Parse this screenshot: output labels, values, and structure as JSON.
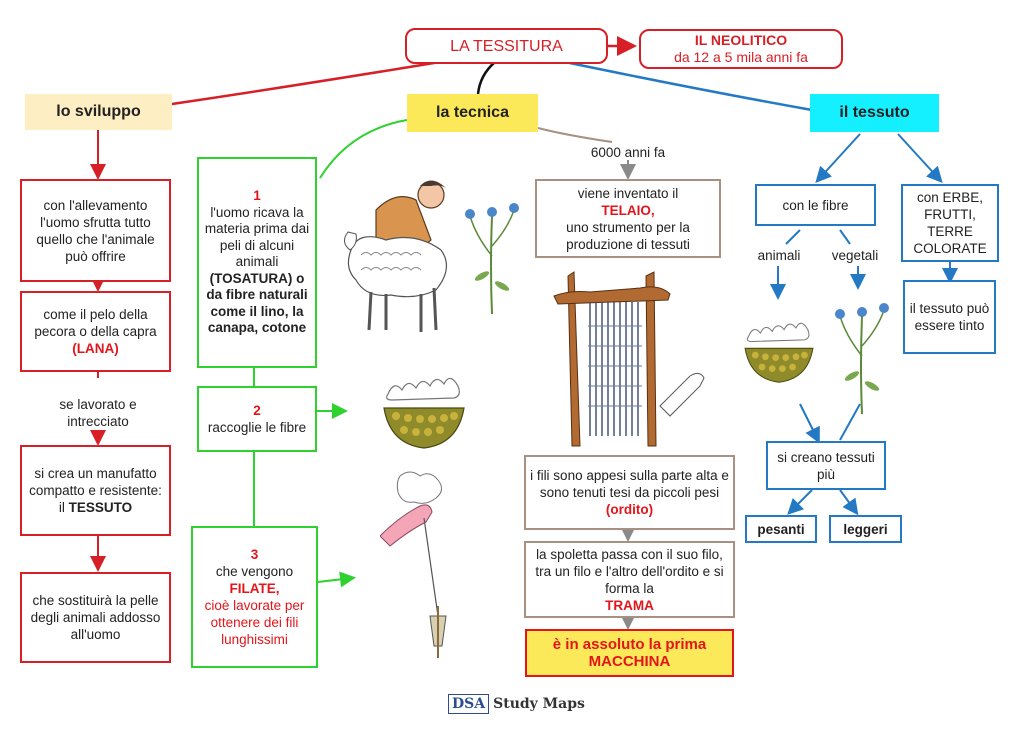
{
  "title": "LA TESSITURA",
  "neolitico": {
    "line1": "IL NEOLITICO",
    "line2": "da 12 a 5 mila anni fa"
  },
  "headers": {
    "sviluppo": "lo sviluppo",
    "tecnica": "la tecnica",
    "tessuto": "il tessuto"
  },
  "sviluppo": {
    "box1": "con l'allevamento l'uomo sfrutta tutto quello che l'animale può offrire",
    "box2_text": "come il pelo della pecora o della capra",
    "box2_red": "(LANA)",
    "between": "se lavorato e intrecciato",
    "box3_text": "si crea un manufatto compatto e resistente: il",
    "box3_bold": "TESSUTO",
    "box4": "che sostituirà la pelle degli animali addosso all'uomo"
  },
  "tecnica": {
    "step1_num": "1",
    "step1_text": "l'uomo ricava la materia prima dai peli di alcuni animali",
    "step1_bold": "(TOSATURA) o da fibre naturali come il lino, la canapa, cotone",
    "step2_num": "2",
    "step2_text": "raccoglie le fibre",
    "step3_num": "3",
    "step3_text": "che vengono",
    "step3_red": "FILATE,",
    "step3_red2": "cioè lavorate per ottenere dei fili lunghissimi",
    "years": "6000 anni fa",
    "telaio_text1": "viene inventato il",
    "telaio_red": "TELAIO,",
    "telaio_text2": "uno strumento per la produzione di tessuti",
    "ordito_text": "i fili sono appesi sulla parte alta e sono tenuti tesi da piccoli pesi",
    "ordito_red": "(ordito)",
    "trama_text": "la spoletta passa con il suo filo, tra un filo e l'altro dell'ordito e si forma la",
    "trama_red": "TRAMA",
    "macchina": "è in assoluto la prima MACCHINA"
  },
  "tessuto": {
    "fibre": "con le fibre",
    "animali": "animali",
    "vegetali": "vegetali",
    "erbe": "con ERBE, FRUTTI, TERRE COLORATE",
    "tinto": "il tessuto può essere tinto",
    "creano": "si creano tessuti più",
    "pesanti": "pesanti",
    "leggeri": "leggeri"
  },
  "colors": {
    "red": "#d61f26",
    "green": "#2fd12f",
    "blue": "#2379c4",
    "gray": "#a89082",
    "header_yellow": "#fbe95a",
    "header_cream": "#fdeec4",
    "header_cyan": "#14f0ff"
  },
  "logo": {
    "dsa": "DSA",
    "study": "Study Maps"
  }
}
